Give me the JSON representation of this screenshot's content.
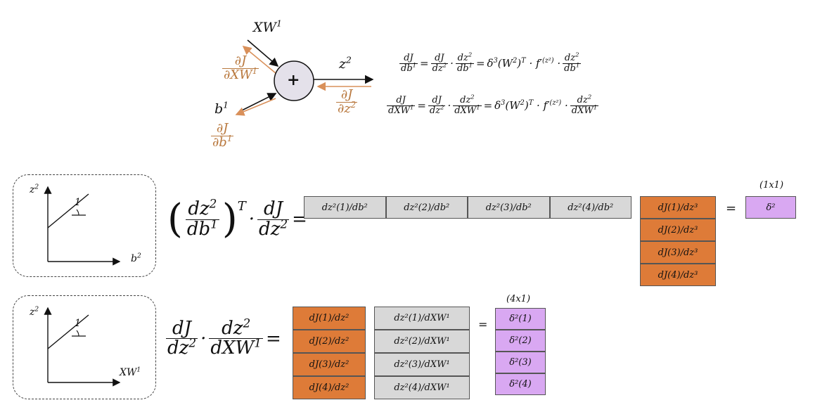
{
  "top": {
    "node_symbol": "+",
    "input_xw": "XW",
    "input_xw_sup": "1",
    "input_b": "b",
    "input_b_sup": "1",
    "output_z": "z",
    "output_z_sup": "2",
    "grad_xw_num": "∂J",
    "grad_xw_den": "∂XW",
    "grad_xw_den_sup": "1",
    "grad_z_num": "∂J",
    "grad_z_den": "∂z",
    "grad_z_den_sup": "2",
    "grad_b_num": "∂J",
    "grad_b_den": "∂b",
    "grad_b_den_sup": "1",
    "colors": {
      "forward": "#111111",
      "backward": "#d9905a",
      "node_fill": "#e4e1ea"
    }
  },
  "equations": {
    "eq1": {
      "f1n": "dJ",
      "f1d": "db",
      "f1d_sup": "1",
      "f2n": "dJ",
      "f2d": "dz",
      "f2d_sup": "2",
      "f3n": "dz",
      "f3n_sup": "2",
      "f3d": "db",
      "f3d_sup": "1",
      "rhs_a": "δ",
      "rhs_a_sup": "3",
      "rhs_b": "(W",
      "rhs_b_sup": "2",
      "rhs_c": ")",
      "rhs_c_sup": "T",
      "rhs_d": "· f′",
      "rhs_d_sup": "(z²)",
      "f4n": "dz",
      "f4n_sup": "2",
      "f4d": "db",
      "f4d_sup": "1"
    },
    "eq2": {
      "f1n": "dJ",
      "f1d": "dXW",
      "f1d_sup": "1",
      "f2n": "dJ",
      "f2d": "dz",
      "f2d_sup": "2",
      "f3n": "dz",
      "f3n_sup": "2",
      "f3d": "dXW",
      "f3d_sup": "1",
      "rhs_a": "δ",
      "rhs_a_sup": "3",
      "rhs_b": "(W",
      "rhs_b_sup": "2",
      "rhs_c": ")",
      "rhs_c_sup": "T",
      "rhs_d": "· f′",
      "rhs_d_sup": "(z²)",
      "f4n": "dz",
      "f4n_sup": "2",
      "f4d": "dXW",
      "f4d_sup": "1"
    }
  },
  "panel1": {
    "y_label": "z",
    "y_sup": "2",
    "x_label": "b",
    "x_sup": "2",
    "slope": "1",
    "big_num1": "dz",
    "big_num1_sup": "2",
    "big_den1": "db",
    "big_den1_sup": "1",
    "transpose": "T",
    "big_num2": "dJ",
    "big_den2": "dz",
    "big_den2_sup": "2",
    "row_cells": [
      "dz²(1)/db²",
      "dz²(2)/db²",
      "dz²(3)/db²",
      "dz²(4)/db²"
    ],
    "col_cells": [
      "dJ(1)/dz³",
      "dJ(2)/dz³",
      "dJ(3)/dz³",
      "dJ(4)/dz³"
    ],
    "equals": "=",
    "result_shape": "(1x1)",
    "result_cells": [
      "δ²"
    ]
  },
  "panel2": {
    "y_label": "z",
    "y_sup": "2",
    "x_label": "XW",
    "x_sup": "1",
    "slope": "1",
    "big_num1": "dJ",
    "big_den1": "dz",
    "big_den1_sup": "2",
    "big_num2": "dz",
    "big_num2_sup": "2",
    "big_den2": "dXW",
    "big_den2_sup": "1",
    "col_a": [
      "dJ(1)/dz²",
      "dJ(2)/dz²",
      "dJ(3)/dz²",
      "dJ(4)/dz²"
    ],
    "col_b": [
      "dz²(1)/dXW¹",
      "dz²(2)/dXW¹",
      "dz²(3)/dXW¹",
      "dz²(4)/dXW¹"
    ],
    "equals": "=",
    "result_shape": "(4x1)",
    "result_cells": [
      "δ²(1)",
      "δ²(2)",
      "δ²(3)",
      "δ²(4)"
    ]
  }
}
